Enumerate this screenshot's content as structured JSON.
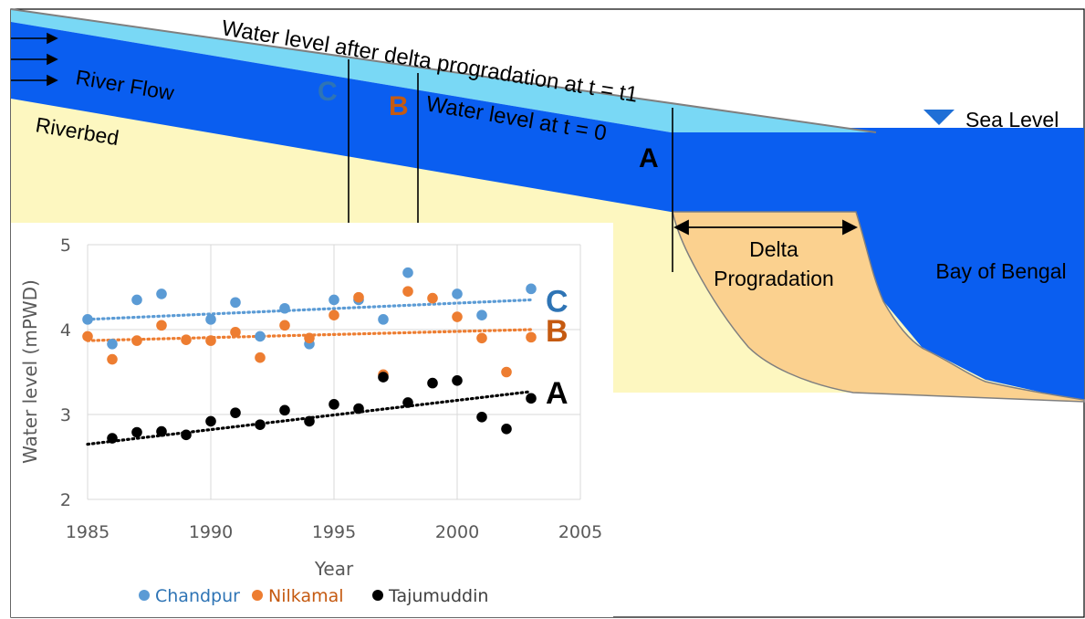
{
  "diagram": {
    "water_level_t1": "Water level after delta progradation at t = t1",
    "water_level_t0": "Water level at t = 0",
    "river_flow": "River Flow",
    "riverbed": "Riverbed",
    "sea_level": "Sea Level",
    "delta_progradation_line1": "Delta",
    "delta_progradation_line2": "Progradation",
    "bay": "Bay of Bengal",
    "marker_a": "A",
    "marker_b": "B",
    "marker_c": "C",
    "colors": {
      "river": "#0a5ef0",
      "raised_water": "#79d8f5",
      "riverbed": "#fdf7c0",
      "delta": "#fbd18f",
      "marker_c": "#2e74b5",
      "marker_b": "#c55a11",
      "marker_a": "#000000"
    }
  },
  "chart_data": {
    "type": "scatter",
    "xlabel": "Year",
    "ylabel": "Water level (mPWD)",
    "xlim": [
      1985,
      2005
    ],
    "ylim": [
      2,
      5
    ],
    "x_ticks": [
      "1985",
      "1990",
      "1995",
      "2000",
      "2005"
    ],
    "y_ticks": [
      "2",
      "3",
      "4",
      "5"
    ],
    "grid": true,
    "legend_position": "bottom",
    "series": [
      {
        "name": "Chandpur",
        "end_label": "C",
        "color": "#5b9bd5",
        "label_color": "#2e74b5",
        "trend": [
          [
            1985,
            4.12
          ],
          [
            2003,
            4.35
          ]
        ],
        "points": [
          [
            1985,
            4.12
          ],
          [
            1986,
            3.83
          ],
          [
            1987,
            4.35
          ],
          [
            1988,
            4.42
          ],
          [
            1990,
            4.12
          ],
          [
            1991,
            4.32
          ],
          [
            1992,
            3.92
          ],
          [
            1993,
            4.25
          ],
          [
            1994,
            3.83
          ],
          [
            1995,
            4.35
          ],
          [
            1996,
            4.35
          ],
          [
            1997,
            4.12
          ],
          [
            1998,
            4.67
          ],
          [
            2000,
            4.42
          ],
          [
            2001,
            4.17
          ],
          [
            2003,
            4.48
          ]
        ]
      },
      {
        "name": "Nilkamal",
        "end_label": "B",
        "color": "#ed7d31",
        "label_color": "#c55a11",
        "trend": [
          [
            1985,
            3.87
          ],
          [
            2003,
            4.0
          ]
        ],
        "points": [
          [
            1985,
            3.92
          ],
          [
            1986,
            3.65
          ],
          [
            1987,
            3.87
          ],
          [
            1988,
            4.05
          ],
          [
            1989,
            3.88
          ],
          [
            1990,
            3.87
          ],
          [
            1991,
            3.97
          ],
          [
            1992,
            3.67
          ],
          [
            1993,
            4.05
          ],
          [
            1994,
            3.9
          ],
          [
            1995,
            4.17
          ],
          [
            1996,
            4.38
          ],
          [
            1997,
            3.47
          ],
          [
            1998,
            4.45
          ],
          [
            1999,
            4.37
          ],
          [
            2000,
            4.15
          ],
          [
            2001,
            3.9
          ],
          [
            2002,
            3.5
          ],
          [
            2003,
            3.91
          ]
        ]
      },
      {
        "name": "Tajumuddin",
        "end_label": "A",
        "color": "#000000",
        "label_color": "#000000",
        "trend": [
          [
            1985,
            2.65
          ],
          [
            2003,
            3.27
          ]
        ],
        "points": [
          [
            1986,
            2.72
          ],
          [
            1987,
            2.79
          ],
          [
            1988,
            2.8
          ],
          [
            1989,
            2.76
          ],
          [
            1990,
            2.92
          ],
          [
            1991,
            3.02
          ],
          [
            1992,
            2.88
          ],
          [
            1993,
            3.05
          ],
          [
            1994,
            2.92
          ],
          [
            1995,
            3.12
          ],
          [
            1996,
            3.07
          ],
          [
            1997,
            3.44
          ],
          [
            1998,
            3.14
          ],
          [
            1999,
            3.37
          ],
          [
            2000,
            3.4
          ],
          [
            2001,
            2.97
          ],
          [
            2002,
            2.83
          ],
          [
            2003,
            3.19
          ]
        ]
      }
    ]
  }
}
